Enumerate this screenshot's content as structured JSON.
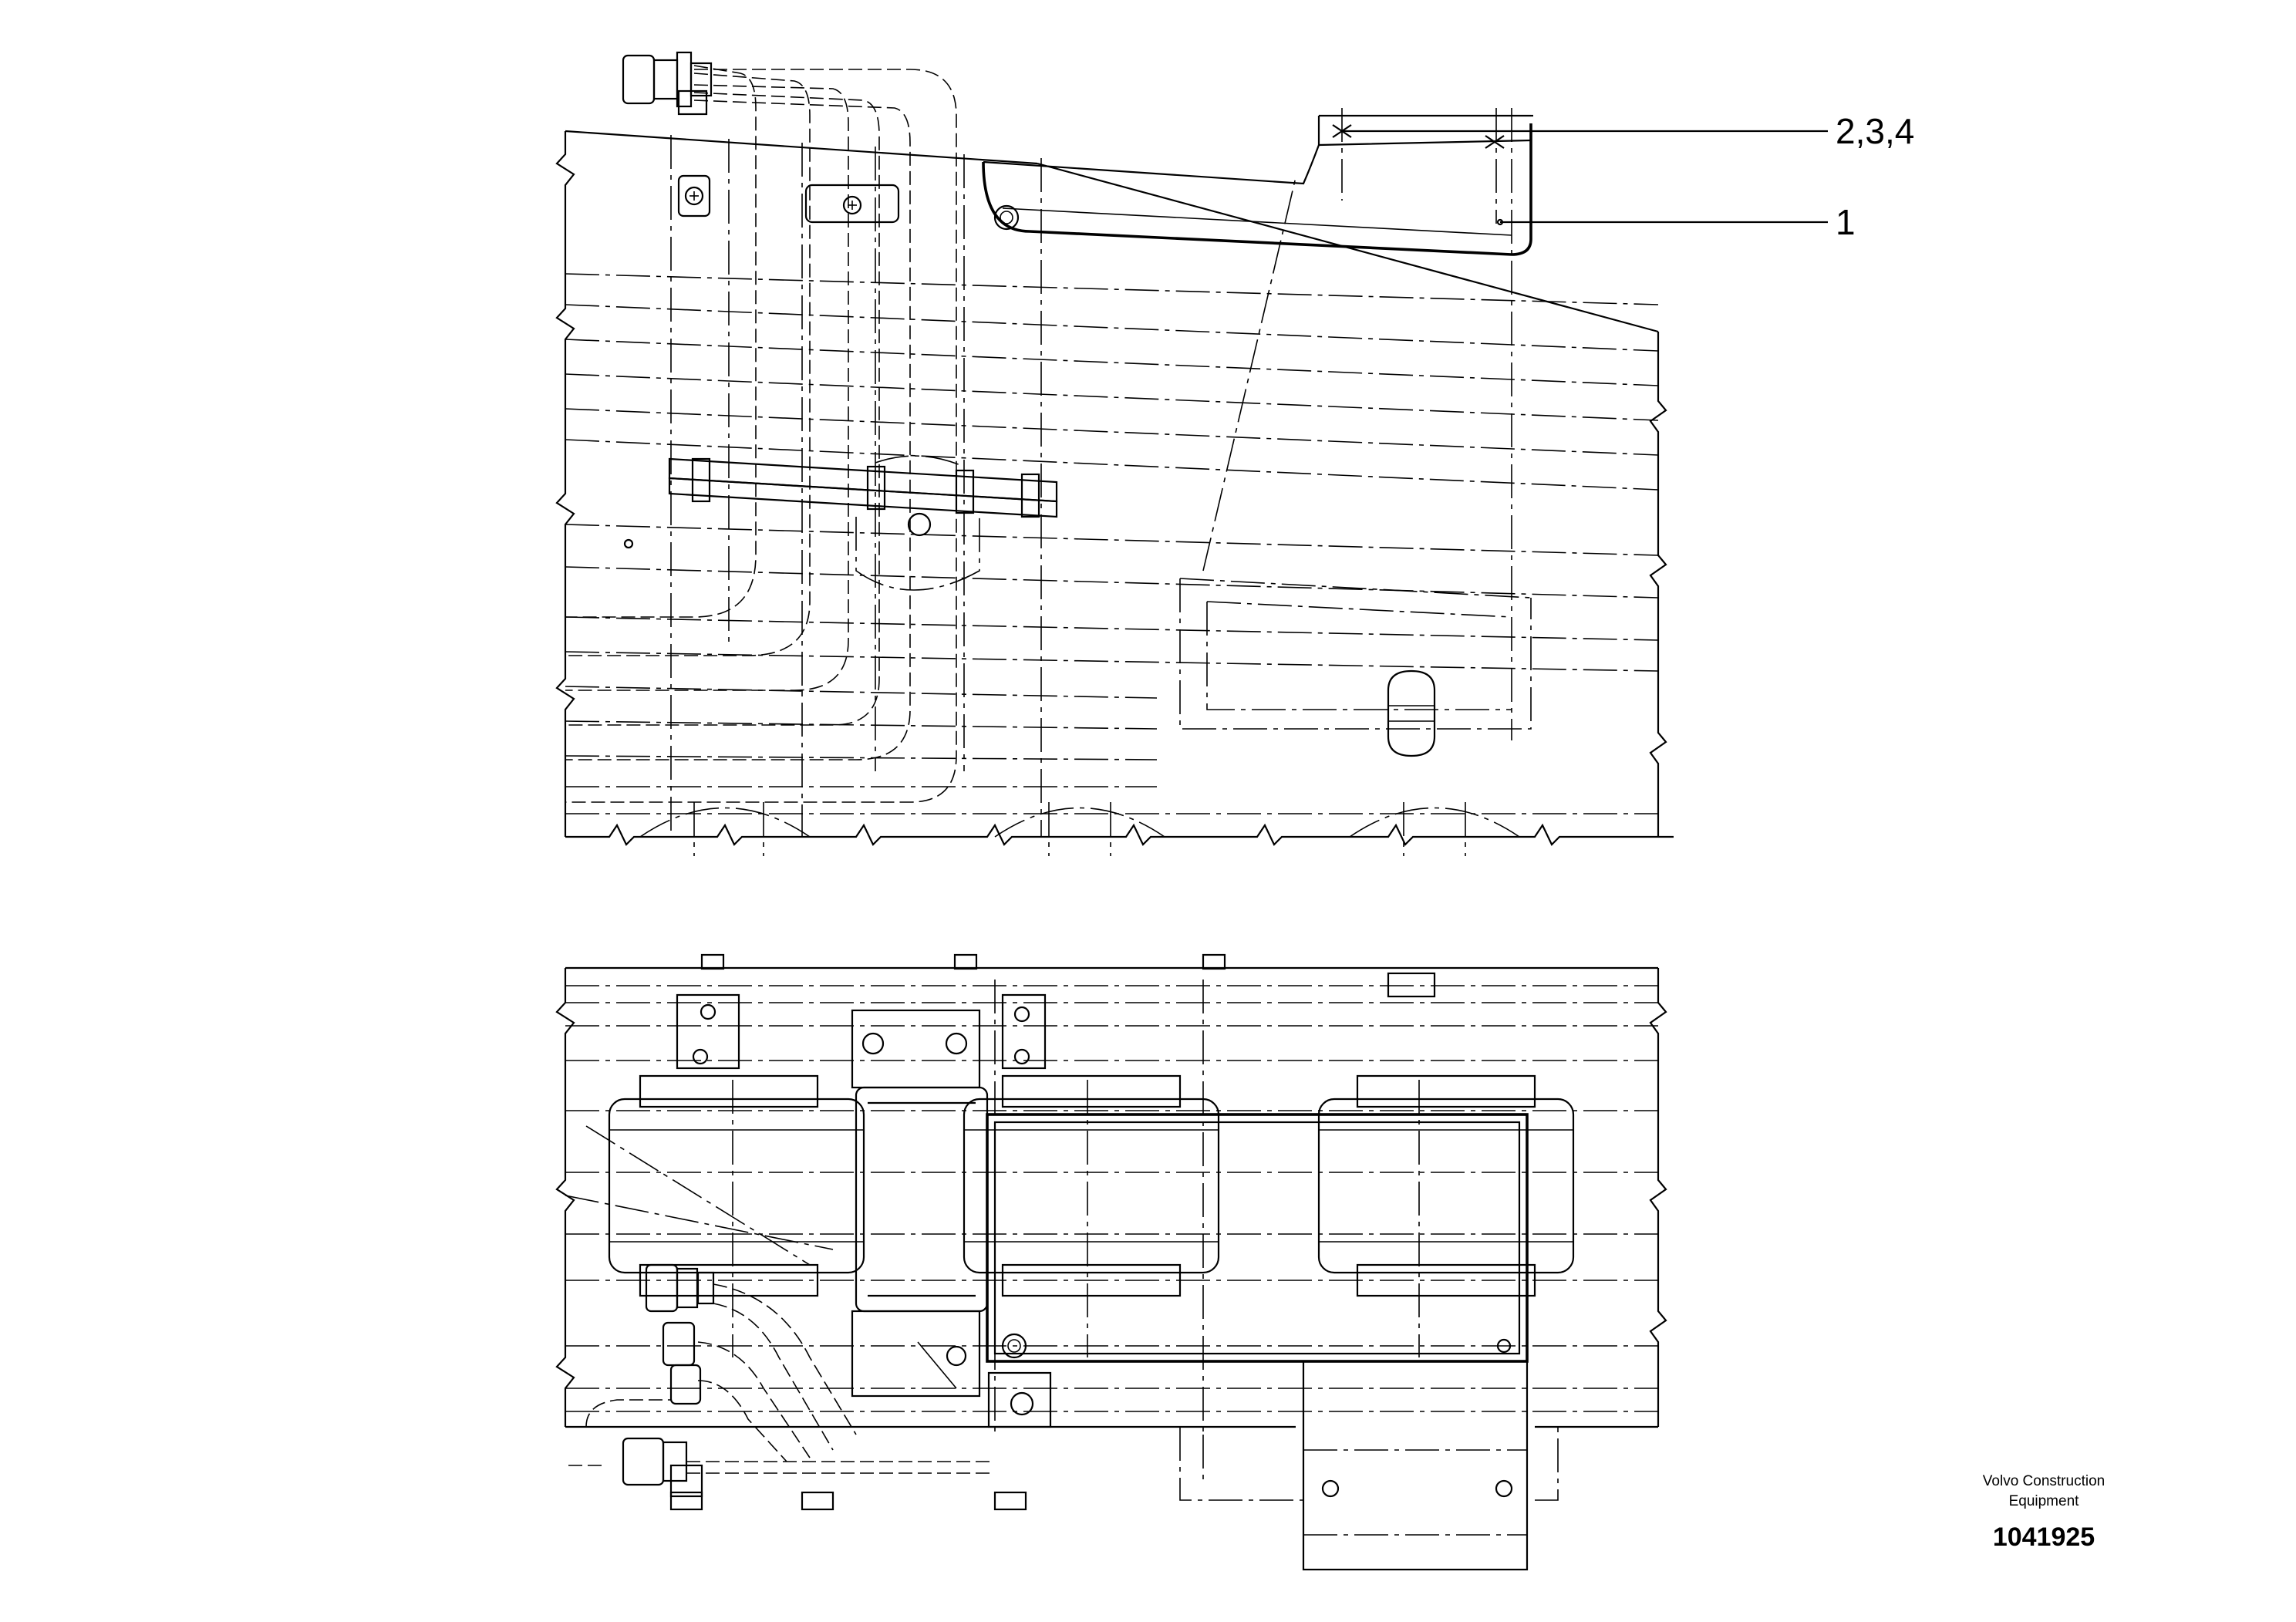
{
  "callouts": {
    "c1": "2,3,4",
    "c2": "1"
  },
  "footer": {
    "company_line1": "Volvo Construction",
    "company_line2": "Equipment",
    "drawing_number": "1041925"
  }
}
